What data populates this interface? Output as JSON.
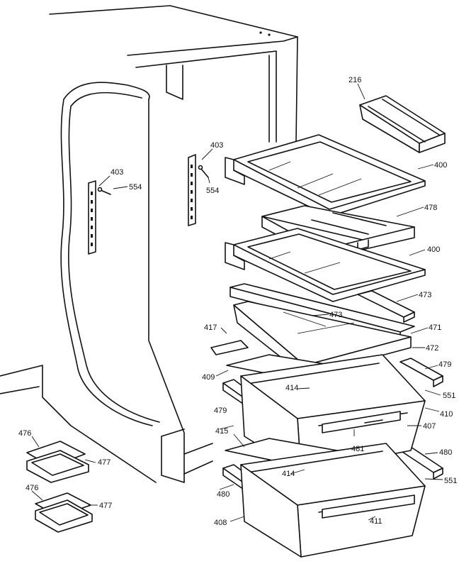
{
  "labels": {
    "l216": "216",
    "l400a": "400",
    "l400b": "400",
    "l403a": "403",
    "l403b": "403",
    "l554a": "554",
    "l554b": "554",
    "l478": "478",
    "l473a": "473",
    "l473b": "473",
    "l471": "471",
    "l417": "417",
    "l472": "472",
    "l479a": "479",
    "l479b": "479",
    "l409": "409",
    "l414a": "414",
    "l414b": "414",
    "l551a": "551",
    "l551b": "551",
    "l410": "410",
    "l407": "407",
    "l415": "415",
    "l481": "481",
    "l480a": "480",
    "l480b": "480",
    "l476a": "476",
    "l476b": "476",
    "l477a": "477",
    "l477b": "477",
    "l408": "408",
    "l411": "411"
  }
}
